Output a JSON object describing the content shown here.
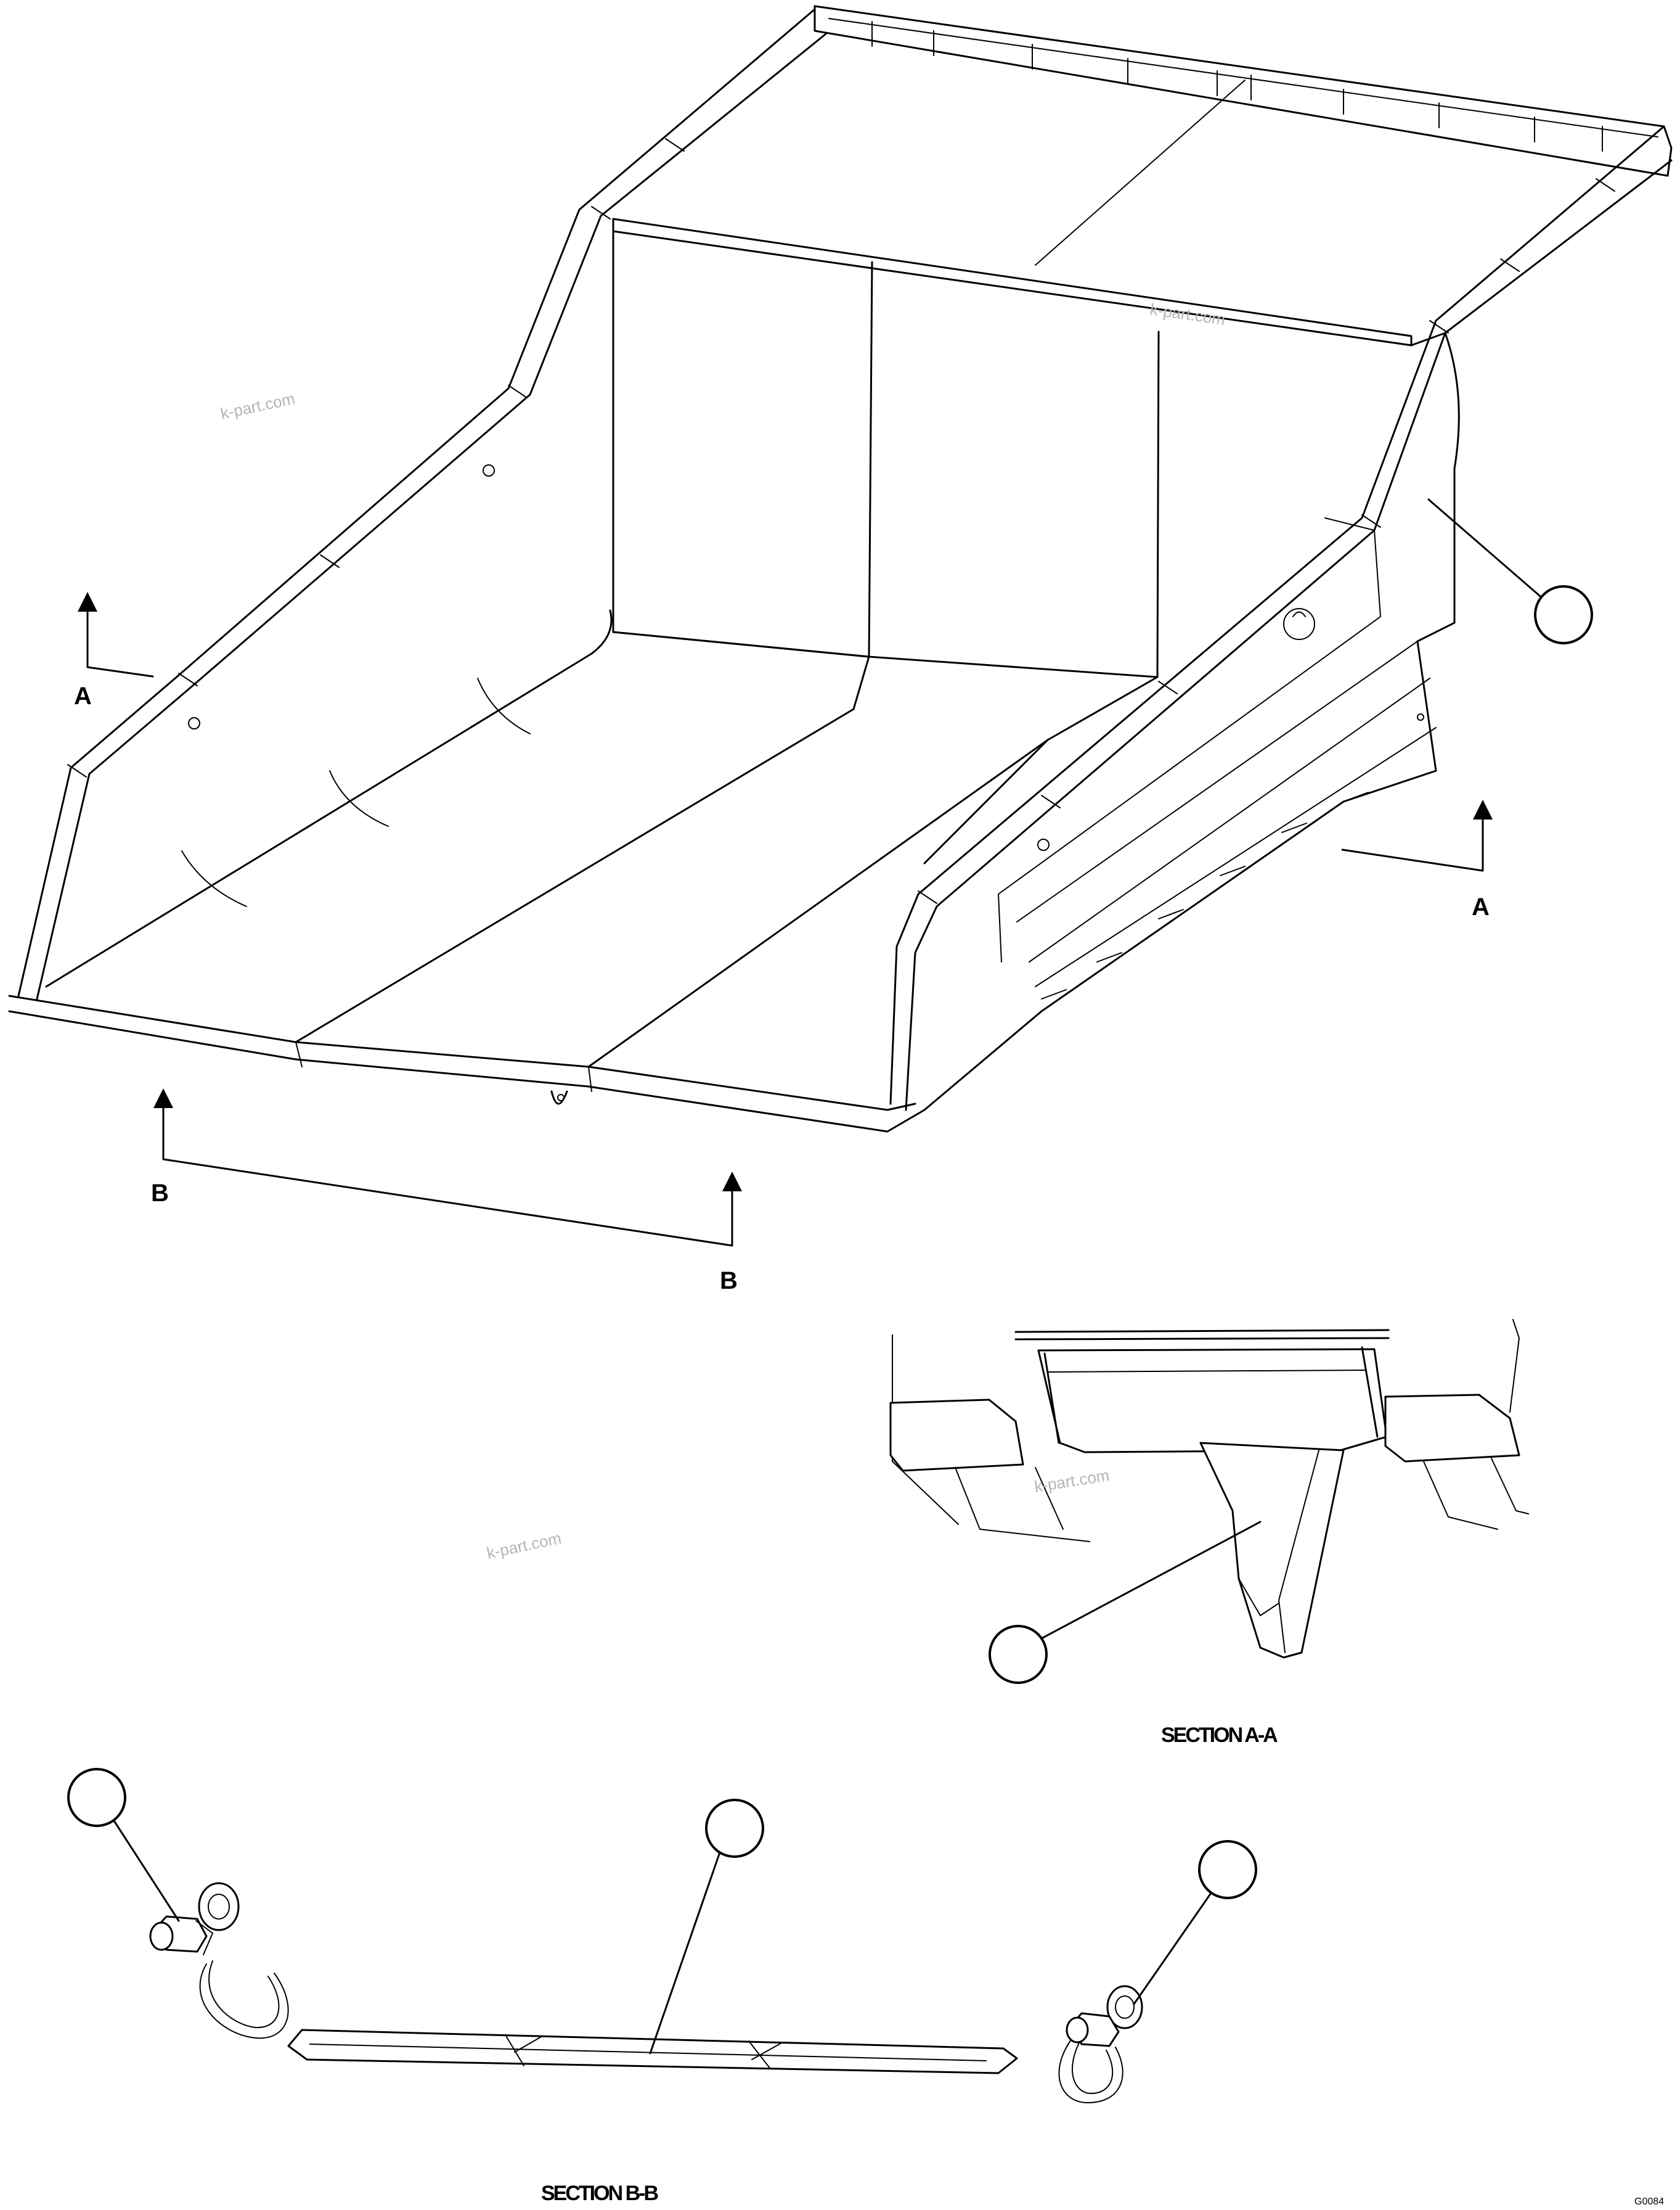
{
  "section_markers": {
    "a_left": "A",
    "a_right": "A",
    "b_left": "B",
    "b_right": "B"
  },
  "captions": {
    "section_aa": "SECTION A-A",
    "section_bb": "SECTION B-B"
  },
  "watermarks": [
    "k-part.com",
    "k-part.com",
    "k-part.com",
    "k-part.com"
  ],
  "figure_code": "G0084"
}
